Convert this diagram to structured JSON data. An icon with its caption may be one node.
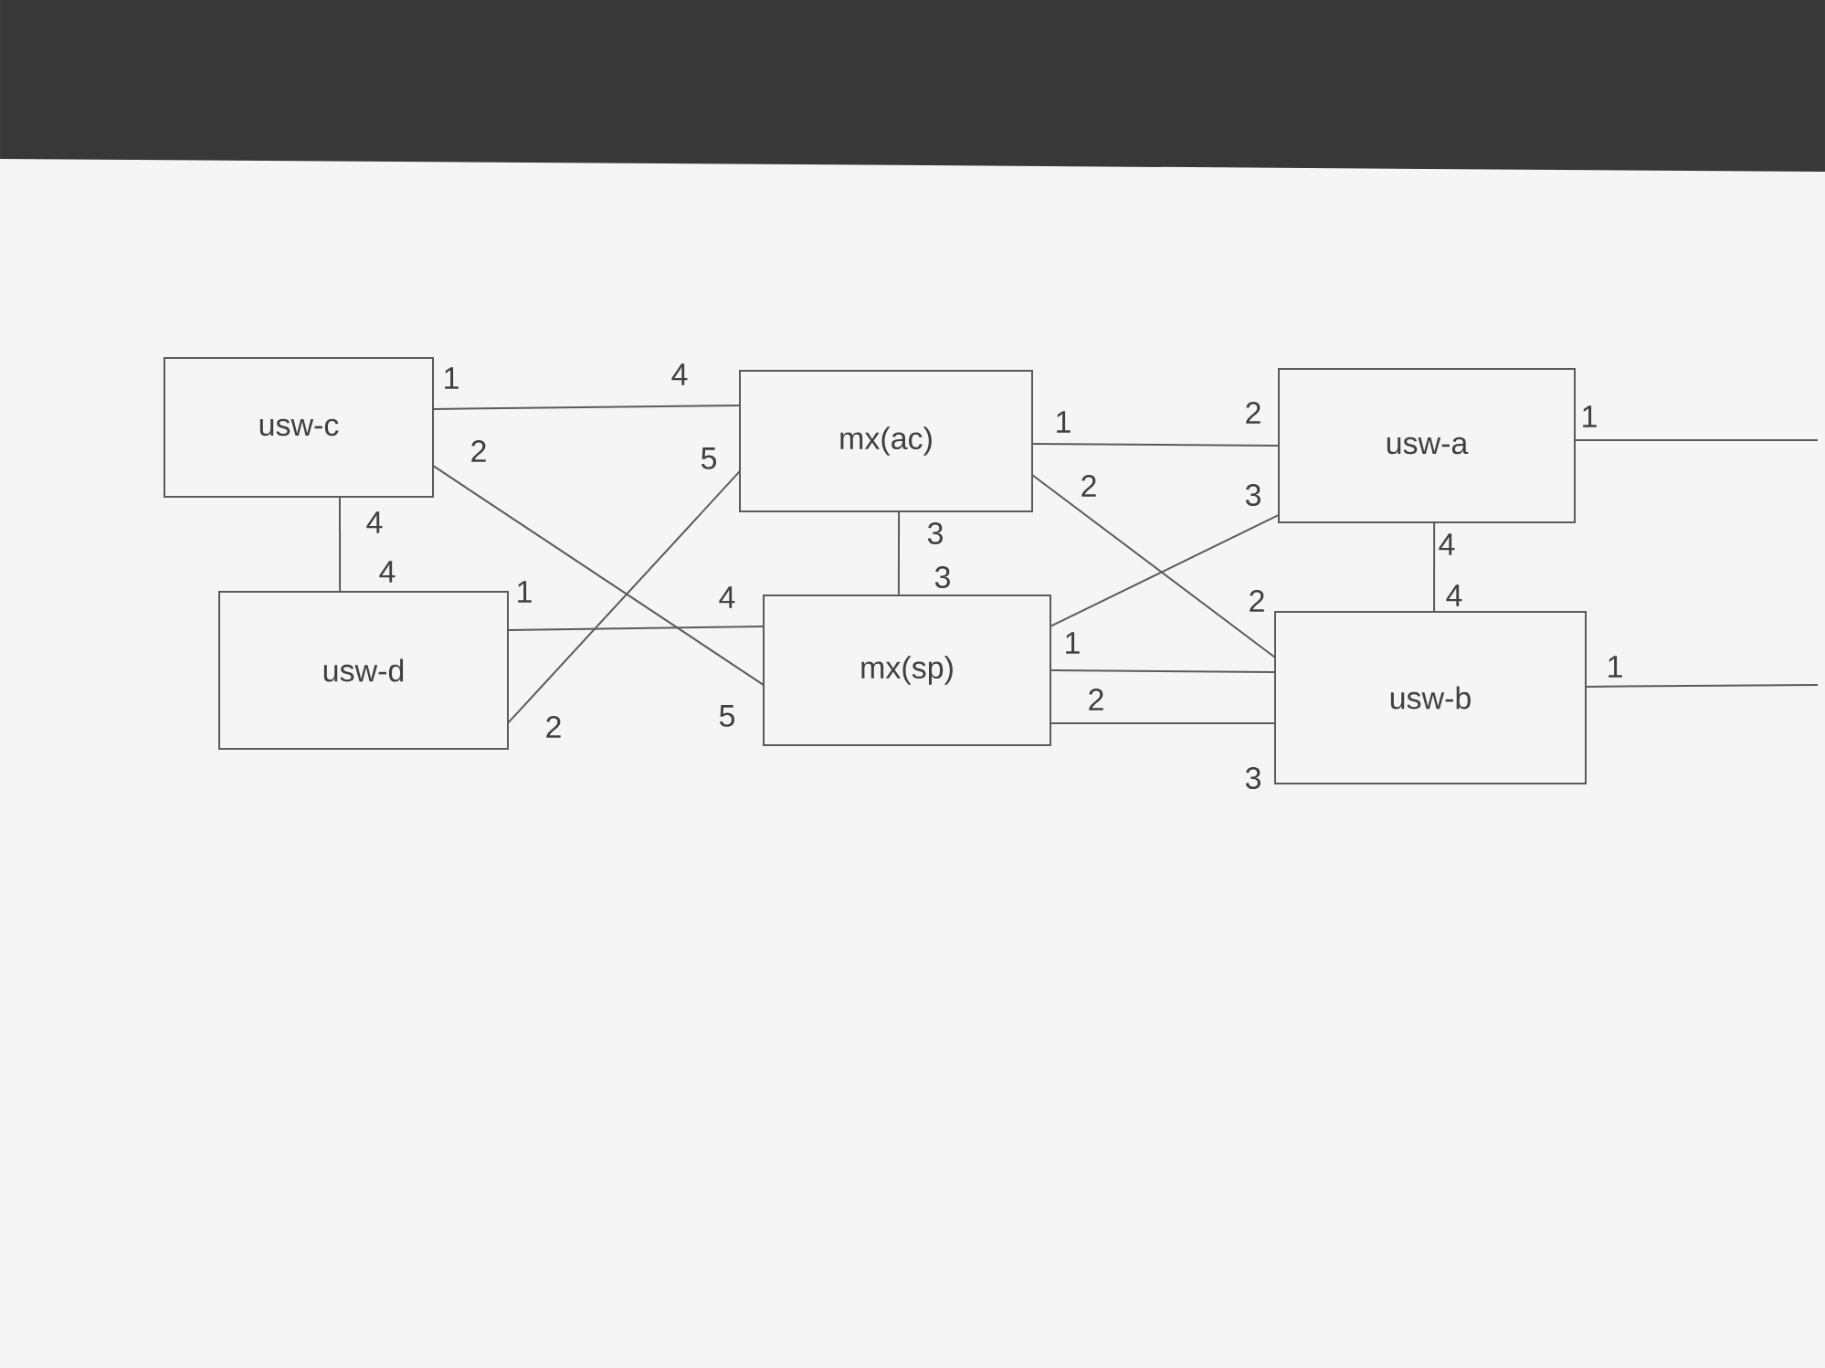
{
  "diagram": {
    "nodes": [
      {
        "text": [
          "usw-c"
        ]
      },
      {
        "text": [
          "mx(ac)"
        ]
      },
      {
        "text": [
          "usw-a"
        ]
      },
      {
        "text": [
          "usw-d"
        ]
      },
      {
        "text": [
          "mx(sp)"
        ]
      },
      {
        "text": [
          "usw-b"
        ]
      }
    ],
    "edges": [
      {
        "from": 0,
        "to": 1,
        "arrow": "none"
      },
      {
        "from": 0,
        "to": 4,
        "arrow": "none"
      },
      {
        "from": 0,
        "to": 3,
        "arrow": "none"
      },
      {
        "from": 3,
        "to": 4,
        "arrow": "none"
      },
      {
        "from": 3,
        "to": 1,
        "arrow": "none"
      },
      {
        "from": 1,
        "to": 4,
        "arrow": "none"
      },
      {
        "from": 1,
        "to": 2,
        "arrow": "none"
      },
      {
        "from": 1,
        "to": 5,
        "arrow": "none"
      },
      {
        "from": 4,
        "to": 2,
        "arrow": "none"
      },
      {
        "from": 4,
        "to": 5,
        "arrow": "none"
      },
      {
        "from": 4,
        "to": 5,
        "arrow": "none"
      },
      {
        "from": 2,
        "to": 5,
        "arrow": "none"
      },
      {
        "from": 2,
        "to": null,
        "arrow": "none"
      },
      {
        "from": 5,
        "to": null,
        "arrow": "none"
      }
    ],
    "labels": [
      "4",
      "1",
      "2",
      "1",
      "1",
      "2",
      "5",
      "2",
      "3",
      "4",
      "3",
      "4",
      "4",
      "3",
      "1",
      "4",
      "4",
      "2",
      "1",
      "1",
      "2",
      "5",
      "2",
      "3"
    ]
  }
}
